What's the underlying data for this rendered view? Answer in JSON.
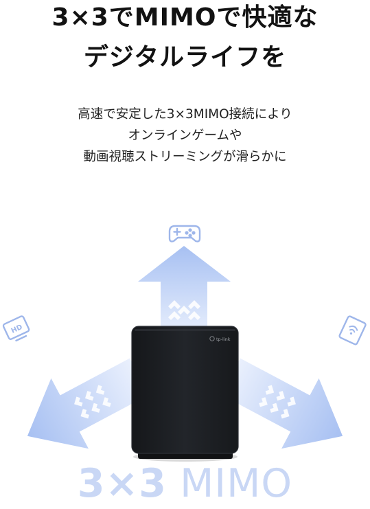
{
  "headline": {
    "line1": "3×3でMIMOで快適な",
    "line2": "デジタルライフを"
  },
  "subtext": {
    "line1": "高速で安定した3×3MIMO接続により",
    "line2": "オンラインゲームや",
    "line3": "動画視聴ストリーミングが滑らかに"
  },
  "router": {
    "brand": "tp-link"
  },
  "device_icons": {
    "top": "gamepad-icon",
    "left": "hd-tv-icon",
    "right": "wireless-tablet-icon"
  },
  "mimo_label": {
    "number": "3×3",
    "word": "MIMO"
  },
  "colors": {
    "arrow": "#a9c1f3",
    "arrow_light": "#e4ecfc",
    "icon": "#9eb6ea",
    "router_body": "#1c1e22",
    "mimo_text": "#c9d7f5"
  }
}
